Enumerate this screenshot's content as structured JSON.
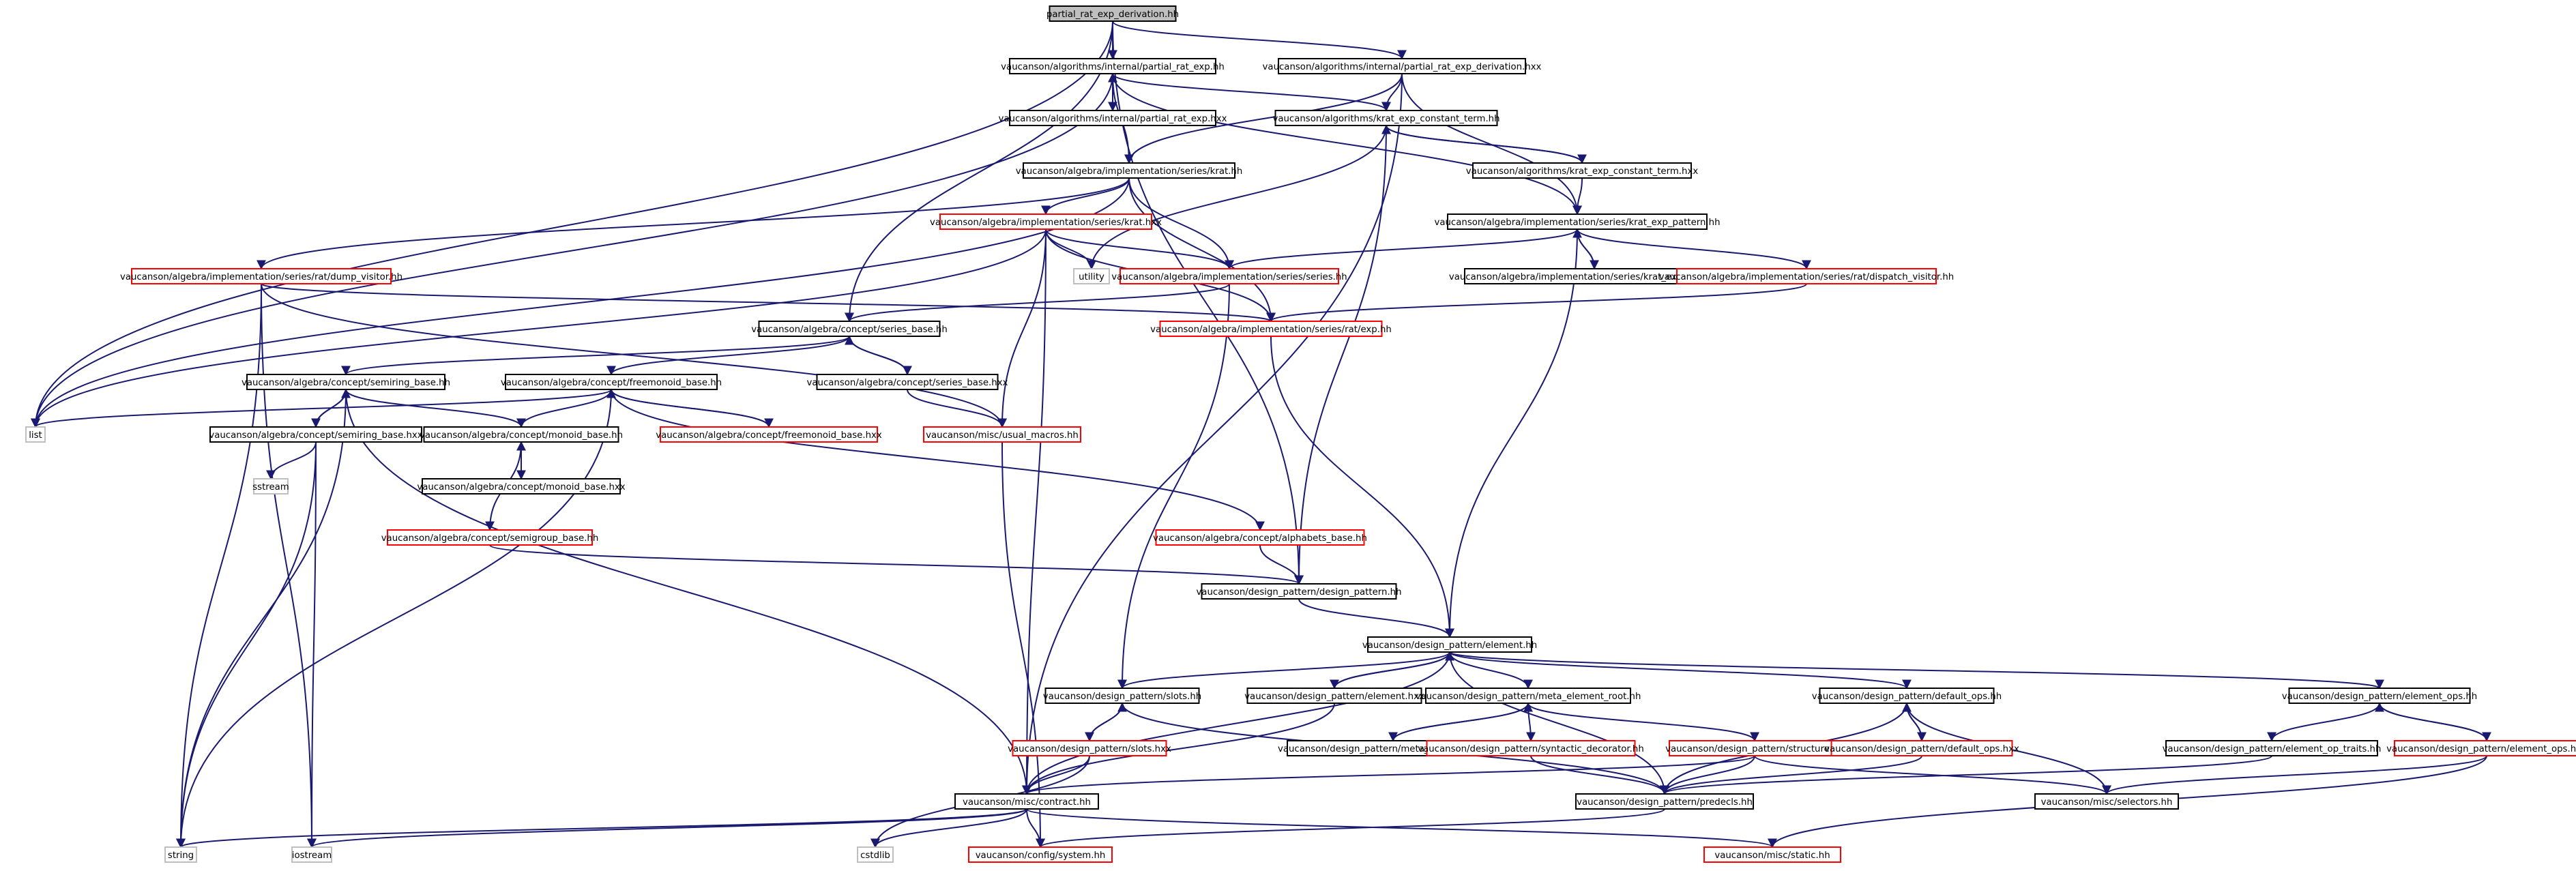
{
  "diagram": {
    "type": "include-dependency-graph",
    "colors": {
      "root_fill": "#bfbfbf",
      "root_border": "#000000",
      "documented_border": "#000000",
      "undocumented_border": "#ff0000",
      "system_border": "#bfbfbf",
      "edge": "#191970",
      "text": "#000000"
    },
    "nodes": [
      {
        "id": "root",
        "label": "partial_rat_exp_derivation.hh",
        "kind": "root"
      },
      {
        "id": "pre_hh",
        "label": "vaucanson/algorithms/internal/partial_rat_exp.hh",
        "kind": "documented"
      },
      {
        "id": "pred_hxx",
        "label": "vaucanson/algorithms/internal/partial_rat_exp_derivation.hxx",
        "kind": "documented"
      },
      {
        "id": "pre_hxx",
        "label": "vaucanson/algorithms/internal/partial_rat_exp.hxx",
        "kind": "documented"
      },
      {
        "id": "kect_hh",
        "label": "vaucanson/algorithms/krat_exp_constant_term.hh",
        "kind": "documented"
      },
      {
        "id": "kect_hxx",
        "label": "vaucanson/algorithms/krat_exp_constant_term.hxx",
        "kind": "documented"
      },
      {
        "id": "krat_hh",
        "label": "vaucanson/algebra/implementation/series/krat.hh",
        "kind": "documented"
      },
      {
        "id": "krat_hxx",
        "label": "vaucanson/algebra/implementation/series/krat.hxx",
        "kind": "undocumented"
      },
      {
        "id": "kep_hh",
        "label": "vaucanson/algebra/implementation/series/krat_exp_pattern.hh",
        "kind": "documented"
      },
      {
        "id": "kep_hxx",
        "label": "vaucanson/algebra/implementation/series/krat_exp_pattern.hxx",
        "kind": "documented"
      },
      {
        "id": "dump_hh",
        "label": "vaucanson/algebra/implementation/series/rat/dump_visitor.hh",
        "kind": "undocumented"
      },
      {
        "id": "utility",
        "label": "utility",
        "kind": "system"
      },
      {
        "id": "series_impl_hh",
        "label": "vaucanson/algebra/implementation/series/series.hh",
        "kind": "undocumented"
      },
      {
        "id": "dispatch_hh",
        "label": "vaucanson/algebra/implementation/series/rat/dispatch_visitor.hh",
        "kind": "undocumented"
      },
      {
        "id": "series_base_hh",
        "label": "vaucanson/algebra/concept/series_base.hh",
        "kind": "documented"
      },
      {
        "id": "ratexp_hh",
        "label": "vaucanson/algebra/implementation/series/rat/exp.hh",
        "kind": "undocumented"
      },
      {
        "id": "semiring_base_hh",
        "label": "vaucanson/algebra/concept/semiring_base.hh",
        "kind": "documented"
      },
      {
        "id": "freemonoid_base_hh",
        "label": "vaucanson/algebra/concept/freemonoid_base.hh",
        "kind": "documented"
      },
      {
        "id": "series_base_hxx",
        "label": "vaucanson/algebra/concept/series_base.hxx",
        "kind": "documented"
      },
      {
        "id": "list",
        "label": "list",
        "kind": "system"
      },
      {
        "id": "semiring_base_hxx",
        "label": "vaucanson/algebra/concept/semiring_base.hxx",
        "kind": "documented"
      },
      {
        "id": "monoid_base_hh",
        "label": "vaucanson/algebra/concept/monoid_base.hh",
        "kind": "documented"
      },
      {
        "id": "freemonoid_base_hxx",
        "label": "vaucanson/algebra/concept/freemonoid_base.hxx",
        "kind": "undocumented"
      },
      {
        "id": "usual_macros",
        "label": "vaucanson/misc/usual_macros.hh",
        "kind": "undocumented"
      },
      {
        "id": "sstream",
        "label": "sstream",
        "kind": "system"
      },
      {
        "id": "monoid_base_hxx",
        "label": "vaucanson/algebra/concept/monoid_base.hxx",
        "kind": "documented"
      },
      {
        "id": "semigroup_base_hh",
        "label": "vaucanson/algebra/concept/semigroup_base.hh",
        "kind": "undocumented"
      },
      {
        "id": "alphabets_base_hh",
        "label": "vaucanson/algebra/concept/alphabets_base.hh",
        "kind": "undocumented"
      },
      {
        "id": "design_pattern_hh",
        "label": "vaucanson/design_pattern/design_pattern.hh",
        "kind": "documented"
      },
      {
        "id": "element_hh",
        "label": "vaucanson/design_pattern/element.hh",
        "kind": "documented"
      },
      {
        "id": "slots_hh",
        "label": "vaucanson/design_pattern/slots.hh",
        "kind": "documented"
      },
      {
        "id": "element_hxx",
        "label": "vaucanson/design_pattern/element.hxx",
        "kind": "documented"
      },
      {
        "id": "meta_element_root_hh",
        "label": "vaucanson/design_pattern/meta_element_root.hh",
        "kind": "documented"
      },
      {
        "id": "default_ops_hh",
        "label": "vaucanson/design_pattern/default_ops.hh",
        "kind": "documented"
      },
      {
        "id": "element_ops_hh",
        "label": "vaucanson/design_pattern/element_ops.hh",
        "kind": "documented"
      },
      {
        "id": "slots_hxx",
        "label": "vaucanson/design_pattern/slots.hxx",
        "kind": "undocumented"
      },
      {
        "id": "meta_element_root_hxx",
        "label": "vaucanson/design_pattern/meta_element_root.hxx",
        "kind": "documented"
      },
      {
        "id": "syntactic_decorator_hh",
        "label": "vaucanson/design_pattern/syntactic_decorator.hh",
        "kind": "undocumented"
      },
      {
        "id": "structure_hh",
        "label": "vaucanson/design_pattern/structure.hh",
        "kind": "undocumented"
      },
      {
        "id": "default_ops_hxx",
        "label": "vaucanson/design_pattern/default_ops.hxx",
        "kind": "undocumented"
      },
      {
        "id": "element_op_traits_hh",
        "label": "vaucanson/design_pattern/element_op_traits.hh",
        "kind": "documented"
      },
      {
        "id": "element_ops_hxx",
        "label": "vaucanson/design_pattern/element_ops.hxx",
        "kind": "undocumented"
      },
      {
        "id": "contract_hh",
        "label": "vaucanson/misc/contract.hh",
        "kind": "documented"
      },
      {
        "id": "predecls_hh",
        "label": "vaucanson/design_pattern/predecls.hh",
        "kind": "documented"
      },
      {
        "id": "selectors_hh",
        "label": "vaucanson/misc/selectors.hh",
        "kind": "documented"
      },
      {
        "id": "string",
        "label": "string",
        "kind": "system"
      },
      {
        "id": "iostream",
        "label": "iostream",
        "kind": "system"
      },
      {
        "id": "cstdlib",
        "label": "cstdlib",
        "kind": "system"
      },
      {
        "id": "system_hh",
        "label": "vaucanson/config/system.hh",
        "kind": "undocumented"
      },
      {
        "id": "static_hh",
        "label": "vaucanson/misc/static.hh",
        "kind": "undocumented"
      }
    ],
    "edges": [
      [
        "root",
        "pre_hh"
      ],
      [
        "root",
        "pred_hxx"
      ],
      [
        "root",
        "list"
      ],
      [
        "root",
        "series_base_hh"
      ],
      [
        "root",
        "design_pattern_hh"
      ],
      [
        "pre_hh",
        "pre_hxx"
      ],
      [
        "pre_hh",
        "kect_hh"
      ],
      [
        "pre_hh",
        "krat_hh"
      ],
      [
        "pre_hh",
        "kep_hh"
      ],
      [
        "pre_hh",
        "list"
      ],
      [
        "pre_hxx",
        "pre_hh"
      ],
      [
        "pred_hxx",
        "kect_hh"
      ],
      [
        "pred_hxx",
        "krat_hh"
      ],
      [
        "pred_hxx",
        "kep_hh"
      ],
      [
        "pred_hxx",
        "contract_hh"
      ],
      [
        "kect_hh",
        "kect_hxx"
      ],
      [
        "kect_hh",
        "utility"
      ],
      [
        "kect_hh",
        "design_pattern_hh"
      ],
      [
        "kect_hxx",
        "kect_hh"
      ],
      [
        "kect_hxx",
        "kep_hh"
      ],
      [
        "krat_hh",
        "krat_hxx"
      ],
      [
        "krat_hh",
        "list"
      ],
      [
        "krat_hh",
        "series_impl_hh"
      ],
      [
        "krat_hh",
        "ratexp_hh"
      ],
      [
        "krat_hh",
        "dump_hh"
      ],
      [
        "krat_hxx",
        "utility"
      ],
      [
        "krat_hxx",
        "series_impl_hh"
      ],
      [
        "krat_hxx",
        "ratexp_hh"
      ],
      [
        "krat_hxx",
        "usual_macros"
      ],
      [
        "krat_hxx",
        "contract_hh"
      ],
      [
        "krat_hxx",
        "list"
      ],
      [
        "kep_hh",
        "kep_hxx"
      ],
      [
        "kep_hh",
        "series_impl_hh"
      ],
      [
        "kep_hh",
        "dispatch_hh"
      ],
      [
        "kep_hh",
        "element_hh"
      ],
      [
        "kep_hxx",
        "kep_hh"
      ],
      [
        "dispatch_hh",
        "ratexp_hh"
      ],
      [
        "dump_hh",
        "ratexp_hh"
      ],
      [
        "dump_hh",
        "usual_macros"
      ],
      [
        "dump_hh",
        "string"
      ],
      [
        "dump_hh",
        "iostream"
      ],
      [
        "series_impl_hh",
        "series_base_hh"
      ],
      [
        "series_impl_hh",
        "slots_hh"
      ],
      [
        "ratexp_hh",
        "element_hh"
      ],
      [
        "series_base_hh",
        "series_base_hxx"
      ],
      [
        "series_base_hh",
        "semiring_base_hh"
      ],
      [
        "series_base_hh",
        "freemonoid_base_hh"
      ],
      [
        "series_base_hxx",
        "series_base_hh"
      ],
      [
        "series_base_hxx",
        "usual_macros"
      ],
      [
        "semiring_base_hh",
        "semiring_base_hxx"
      ],
      [
        "semiring_base_hh",
        "monoid_base_hh"
      ],
      [
        "semiring_base_hh",
        "string"
      ],
      [
        "semiring_base_hh",
        "contract_hh"
      ],
      [
        "semiring_base_hxx",
        "semiring_base_hh"
      ],
      [
        "semiring_base_hxx",
        "sstream"
      ],
      [
        "semiring_base_hxx",
        "string"
      ],
      [
        "semiring_base_hxx",
        "iostream"
      ],
      [
        "freemonoid_base_hh",
        "freemonoid_base_hxx"
      ],
      [
        "freemonoid_base_hh",
        "monoid_base_hh"
      ],
      [
        "freemonoid_base_hh",
        "alphabets_base_hh"
      ],
      [
        "freemonoid_base_hh",
        "list"
      ],
      [
        "freemonoid_base_hh",
        "string"
      ],
      [
        "freemonoid_base_hxx",
        "freemonoid_base_hh"
      ],
      [
        "monoid_base_hh",
        "monoid_base_hxx"
      ],
      [
        "monoid_base_hh",
        "semigroup_base_hh"
      ],
      [
        "monoid_base_hxx",
        "monoid_base_hh"
      ],
      [
        "semigroup_base_hh",
        "design_pattern_hh"
      ],
      [
        "alphabets_base_hh",
        "design_pattern_hh"
      ],
      [
        "usual_macros",
        "system_hh"
      ],
      [
        "design_pattern_hh",
        "element_hh"
      ],
      [
        "element_hh",
        "slots_hh"
      ],
      [
        "element_hh",
        "element_hxx"
      ],
      [
        "element_hh",
        "meta_element_root_hh"
      ],
      [
        "element_hh",
        "default_ops_hh"
      ],
      [
        "element_hh",
        "element_ops_hh"
      ],
      [
        "element_hh",
        "predecls_hh"
      ],
      [
        "element_hh",
        "contract_hh"
      ],
      [
        "slots_hh",
        "slots_hxx"
      ],
      [
        "slots_hh",
        "predecls_hh"
      ],
      [
        "slots_hxx",
        "slots_hh"
      ],
      [
        "slots_hxx",
        "contract_hh"
      ],
      [
        "slots_hxx",
        "cstdlib"
      ],
      [
        "element_hxx",
        "element_hh"
      ],
      [
        "element_hxx",
        "contract_hh"
      ],
      [
        "meta_element_root_hh",
        "meta_element_root_hxx"
      ],
      [
        "meta_element_root_hh",
        "syntactic_decorator_hh"
      ],
      [
        "meta_element_root_hh",
        "structure_hh"
      ],
      [
        "meta_element_root_hxx",
        "meta_element_root_hh"
      ],
      [
        "syntactic_decorator_hh",
        "predecls_hh"
      ],
      [
        "structure_hh",
        "predecls_hh"
      ],
      [
        "structure_hh",
        "selectors_hh"
      ],
      [
        "structure_hh",
        "contract_hh"
      ],
      [
        "default_ops_hh",
        "default_ops_hxx"
      ],
      [
        "default_ops_hh",
        "predecls_hh"
      ],
      [
        "default_ops_hh",
        "selectors_hh"
      ],
      [
        "default_ops_hxx",
        "default_ops_hh"
      ],
      [
        "default_ops_hxx",
        "predecls_hh"
      ],
      [
        "element_ops_hh",
        "element_op_traits_hh"
      ],
      [
        "element_ops_hh",
        "element_ops_hxx"
      ],
      [
        "element_op_traits_hh",
        "predecls_hh"
      ],
      [
        "element_ops_hxx",
        "element_ops_hh"
      ],
      [
        "element_ops_hxx",
        "selectors_hh"
      ],
      [
        "element_ops_hxx",
        "static_hh"
      ],
      [
        "contract_hh",
        "string"
      ],
      [
        "contract_hh",
        "iostream"
      ],
      [
        "contract_hh",
        "cstdlib"
      ],
      [
        "contract_hh",
        "system_hh"
      ],
      [
        "contract_hh",
        "static_hh"
      ],
      [
        "predecls_hh",
        "system_hh"
      ]
    ]
  }
}
